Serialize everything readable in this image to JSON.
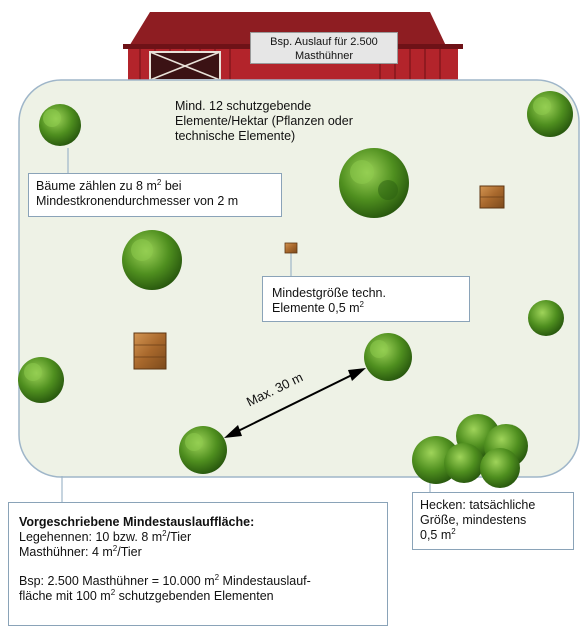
{
  "barn": {
    "label_line1": "Bsp. Auslauf für 2.500",
    "label_line2": "Masthühner"
  },
  "header_note": {
    "line1": "Mind. 12 schutzgebende",
    "line2": "Elemente/Hektar (Pflanzen oder",
    "line3": "technische Elemente)"
  },
  "trees_note": {
    "line1_pre": "Bäume zählen zu 8 m",
    "line1_sup": "2",
    "line1_post": " bei",
    "line2": "Mindestkronendurchmesser von 2 m"
  },
  "technical_note": {
    "line1": "Mindestgröße techn.",
    "line2_pre": "Elemente 0,5 m",
    "line2_sup": "2"
  },
  "distance_label": "Max. 30 m",
  "hedges_note": {
    "line1": "Hecken: tatsächliche",
    "line2": "Größe, mindestens",
    "line3_pre": "0,5 m",
    "line3_sup": "2"
  },
  "minimum_area": {
    "title": "Vorgeschriebene Mindestauslauffläche:",
    "line1_pre": "Legehennen: 10 bzw. 8 m",
    "line1_sup": "2",
    "line1_post": "/Tier",
    "line2_pre": "Masthühner: 4 m",
    "line2_sup": "2",
    "line2_post": "/Tier",
    "line3_pre": "Bsp: 2.500 Masthühner = 10.000 m",
    "line3_sup": "2",
    "line3_post": " Mindestauslauf-",
    "line4_pre": "fläche mit 100 m",
    "line4_sup": "2",
    "line4_post": " schutzgebenden Elementen"
  },
  "colors": {
    "field": "#eef2e6",
    "field_border": "#9fb6c9",
    "barn_red": "#b3242b",
    "tree_dark": "#2f6b12",
    "tree_light": "#78b53a",
    "wood": "#b27436"
  }
}
